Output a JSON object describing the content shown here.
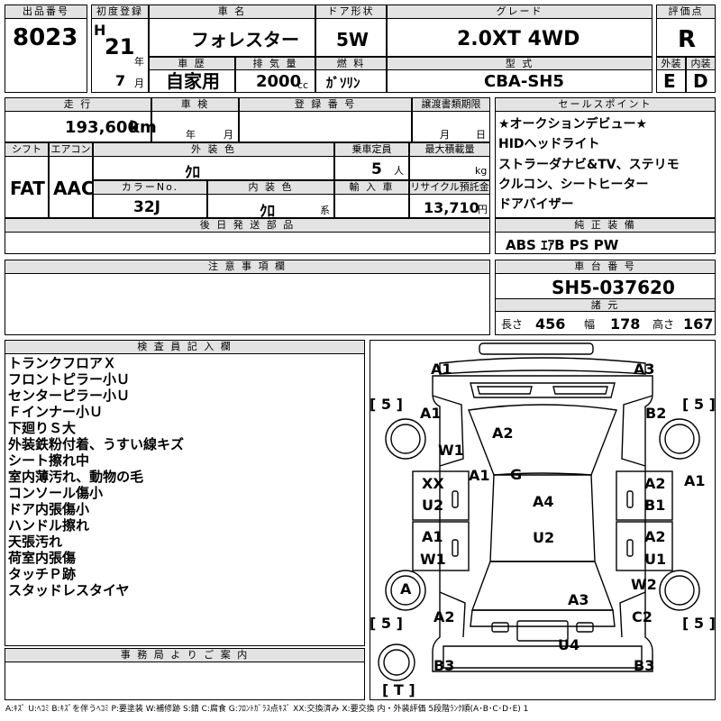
{
  "header": {
    "lot_number_label": "出品番号",
    "lot_number": "8023",
    "first_reg_label": "初度登録",
    "era": "H",
    "year": "21",
    "year_unit": "年",
    "month": "7",
    "month_unit": "月",
    "name_label": "車 名",
    "name": "フォレスター",
    "door_label": "ドア形状",
    "door": "5W",
    "grade_label": "グレード",
    "grade": "2.0XT 4WD",
    "score_label": "評価点",
    "score": "R",
    "history_label": "車 歴",
    "history": "自家用",
    "displacement_label": "排 気 量",
    "displacement": "2000",
    "displacement_unit": "cc",
    "fuel_label": "燃 料",
    "fuel": "ｶﾞｿﾘﾝ",
    "model_label": "型 式",
    "model": "CBA-SH5",
    "exterior_label": "外装",
    "exterior": "E",
    "interior_label": "内装",
    "interior": "D"
  },
  "row2": {
    "mileage_label": "走 行",
    "mileage": "193,600",
    "mileage_unit": "km",
    "inspection_label": "車 検",
    "insp_year_unit": "年",
    "insp_month_unit": "月",
    "reg_no_label": "登 録 番 号",
    "transfer_label": "譲渡書類期限",
    "transfer_month_unit": "月",
    "transfer_day_unit": "日",
    "shift_label": "シフト",
    "shift": "FAT",
    "ac_label": "エアコン",
    "ac": "AAC",
    "ext_color_label": "外 装 色",
    "ext_color": "ｸﾛ",
    "capacity_label": "乗車定員",
    "capacity": "5",
    "capacity_unit": "人",
    "max_load_label": "最大積載量",
    "max_load_unit": "kg",
    "color_no_label": "カラーNo.",
    "color_no": "32J",
    "int_color_label": "内 装 色",
    "int_color": "ｸﾛ",
    "int_color_unit": "系",
    "import_label": "輸 入 車",
    "recycle_label": "リサイクル預託金",
    "recycle": "13,710",
    "recycle_unit": "円",
    "later_parts_label": "後 日 発 送 部 品"
  },
  "sales": {
    "label": "セールスポイント",
    "lines": [
      "★オークションデビュー★",
      "HIDヘッドライト",
      "ストラーダナビ&TV、ステリモ",
      "クルコン、シートヒーター",
      "ドアバイザー"
    ]
  },
  "equipment": {
    "label": "純 正 装 備",
    "value": "ABS ｴｱB PS PW"
  },
  "notes": {
    "label": "注 意 事 項 欄"
  },
  "chassis": {
    "label": "車 台 番 号",
    "value": "SH5-037620",
    "dims_label": "諸 元",
    "length_label": "長さ",
    "length": "456",
    "width_label": "幅",
    "width": "178",
    "height_label": "高さ",
    "height": "167"
  },
  "inspector": {
    "label": "検 査 員 記 入 欄",
    "lines": [
      "トランクフロアＸ",
      "フロントピラー小Ｕ",
      "センターピラー小Ｕ",
      "Ｆインナー小Ｕ",
      "下廻りＳ大",
      "外装鉄粉付着、うすい線キズ",
      "シート擦れ中",
      "室内薄汚れ、動物の毛",
      "コンソール傷小",
      "ドア内張傷小",
      "ハンドル擦れ",
      "天張汚れ",
      "荷室内張傷",
      "タッチＰ跡",
      "スタッドレスタイヤ"
    ]
  },
  "office": {
    "label": "事 務 局 よ り ご 案 内"
  },
  "diagram": {
    "tire_fl": "[ 5 ]",
    "tire_fr": "[ 5 ]",
    "tire_rl": "[ 5 ]",
    "tire_rr": "[ 5 ]",
    "spare": "[ T ]",
    "marks": [
      {
        "text": "A1"
      },
      {
        "text": "A3"
      },
      {
        "text": "A1"
      },
      {
        "text": "B2"
      },
      {
        "text": "A2"
      },
      {
        "text": "W1"
      },
      {
        "text": "A1"
      },
      {
        "text": "G"
      },
      {
        "text": "A1"
      },
      {
        "text": "XX"
      },
      {
        "text": "U2"
      },
      {
        "text": "A4"
      },
      {
        "text": "A2"
      },
      {
        "text": "B1"
      },
      {
        "text": "A1"
      },
      {
        "text": "W1"
      },
      {
        "text": "U2"
      },
      {
        "text": "A2"
      },
      {
        "text": "U1"
      },
      {
        "text": "W2"
      },
      {
        "text": "A"
      },
      {
        "text": "A3"
      },
      {
        "text": "A2"
      },
      {
        "text": "C2"
      },
      {
        "text": "U4"
      },
      {
        "text": "B3"
      },
      {
        "text": "B3"
      }
    ]
  },
  "footer": "A:ｷｽﾞ U:ﾍｺﾐ B:ｷｽﾞを伴うﾍｺﾐ P:要塗装 W:補修跡 S:錆 C:腐食 G:ﾌﾛﾝﾄｶﾞﾗｽ点ｷｽﾞ XX:交換済み X:要交換 内・外装評価 5段階ﾗﾝｸ順(A･B･C･D･E) 1"
}
